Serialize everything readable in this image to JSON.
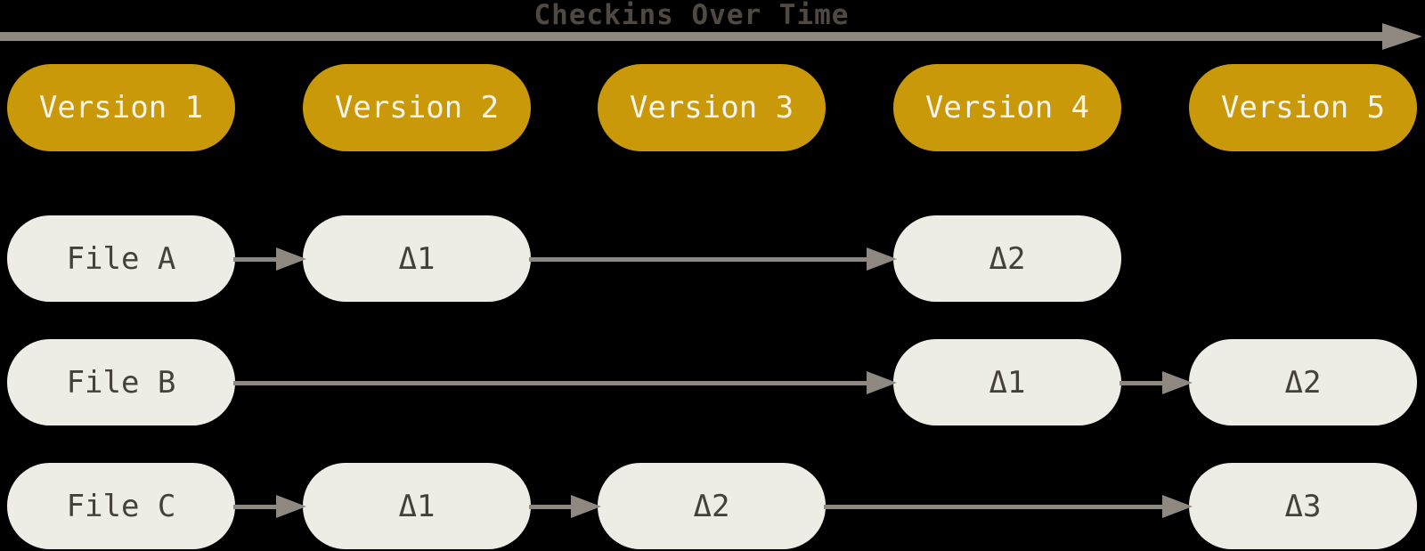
{
  "header": {
    "title": "Checkins Over Time"
  },
  "colors": {
    "background": "#000000",
    "version_fill": "#c9990a",
    "version_text": "#f5f4ee",
    "file_fill": "#eeede5",
    "file_text": "#46403a",
    "arrow": "#8e8880",
    "title": "#4f4941"
  },
  "versions": [
    "Version 1",
    "Version 2",
    "Version 3",
    "Version 4",
    "Version 5"
  ],
  "files": [
    {
      "name": "File A",
      "deltas": [
        {
          "label": "Δ1",
          "column": 2
        },
        {
          "label": "Δ2",
          "column": 4
        }
      ]
    },
    {
      "name": "File B",
      "deltas": [
        {
          "label": "Δ1",
          "column": 4
        },
        {
          "label": "Δ2",
          "column": 5
        }
      ]
    },
    {
      "name": "File C",
      "deltas": [
        {
          "label": "Δ1",
          "column": 2
        },
        {
          "label": "Δ2",
          "column": 3
        },
        {
          "label": "Δ3",
          "column": 5
        }
      ]
    }
  ]
}
